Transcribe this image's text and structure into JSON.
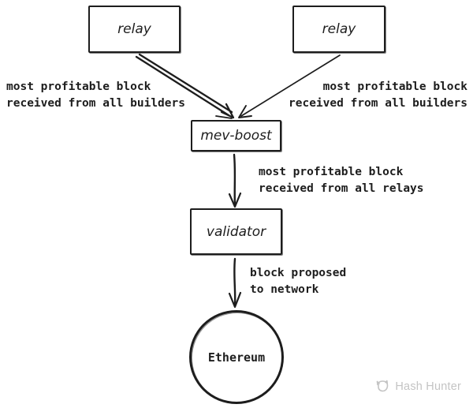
{
  "diagram": {
    "nodes": {
      "relay_left": {
        "label": "relay"
      },
      "relay_right": {
        "label": "relay"
      },
      "mev_boost": {
        "label": "mev-boost"
      },
      "validator": {
        "label": "validator"
      },
      "ethereum": {
        "label": "Ethereum"
      }
    },
    "annotations": {
      "left_builders": {
        "line1": "most profitable block",
        "line2": "received from all builders"
      },
      "right_builders": {
        "line1": "most profitable block",
        "line2": "received from all builders"
      },
      "mid_relays": {
        "line1": "most profitable block",
        "line2": "received from all relays"
      },
      "block_proposed": {
        "line1": "block proposed",
        "line2": "to network"
      }
    },
    "colors": {
      "ink": "#1d1d1d",
      "background": "#ffffff",
      "watermark_gray": "#c4c4c4"
    }
  },
  "watermark": {
    "label": "Hash Hunter",
    "icon": "hash-hunter-logo-icon"
  }
}
